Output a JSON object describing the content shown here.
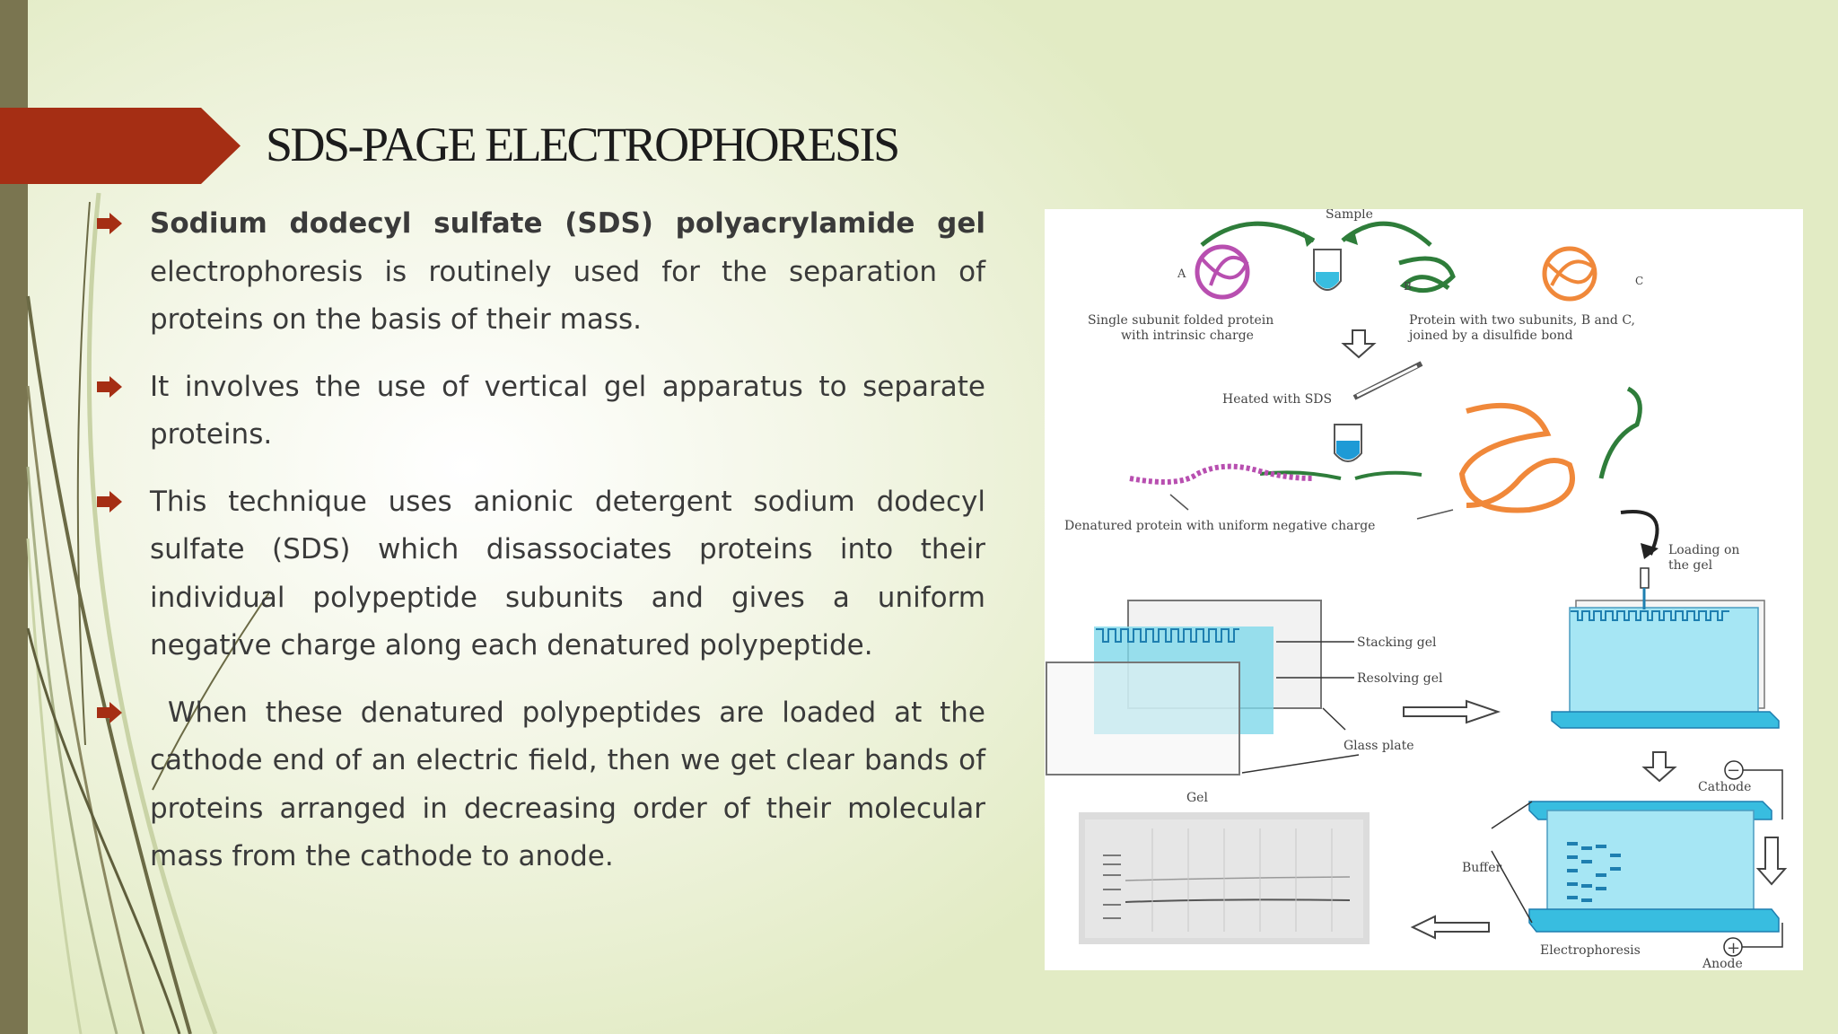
{
  "slide": {
    "title": "SDS-PAGE ELECTROPHORESIS",
    "accent_color": "#a52e14",
    "bar_color": "#7a7550"
  },
  "bullets": [
    {
      "bold": "Sodium dodecyl sulfate (SDS) polyacrylamide gel",
      "text": " electrophoresis is routinely used for the separation of proteins on the basis of their mass."
    },
    {
      "bold": "",
      "text": "It involves the use of vertical gel apparatus to separate proteins."
    },
    {
      "bold": "",
      "text": "This technique uses anionic detergent sodium dodecyl sulfate (SDS) which disassociates proteins into their individual polypeptide subunits and gives a uniform negative charge along each denatured polypeptide."
    },
    {
      "bold": "",
      "text": " When these denatured polypeptides are loaded at the cathode end of an electric field, then we get clear bands of proteins arranged in decreasing order of their molecular mass from the cathode to anode."
    }
  ],
  "figure": {
    "sample": "Sample",
    "label_a": "A",
    "label_b": "B",
    "label_c": "C",
    "single_subunit_1": "Single subunit folded protein",
    "single_subunit_2": "with intrinsic charge",
    "two_subunits_1": "Protein with two subunits, B and C,",
    "two_subunits_2": "joined by a disulfide bond",
    "heated": "Heated with SDS",
    "denatured": "Denatured protein with uniform negative charge",
    "loading_1": "Loading on",
    "loading_2": "the gel",
    "stacking_gel": "Stacking gel",
    "resolving_gel": "Resolving gel",
    "glass_plate": "Glass plate",
    "gel": "Gel",
    "cathode": "Cathode",
    "buffer": "Buffer",
    "electrophoresis": "Electrophoresis",
    "anode": "Anode",
    "minus": "−",
    "plus": "+"
  }
}
